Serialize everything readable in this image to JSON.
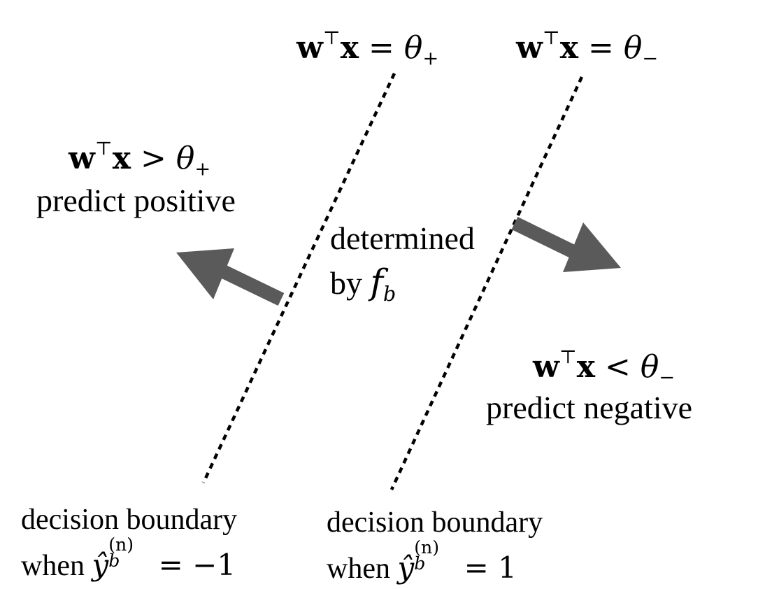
{
  "boundaries": {
    "plus_label": {
      "lhs": "w",
      "sup": "⊤",
      "x": "x",
      "op": "=",
      "theta": "θ",
      "sub": "+"
    },
    "minus_label": {
      "lhs": "w",
      "sup": "⊤",
      "x": "x",
      "op": "=",
      "theta": "θ",
      "sub": "−"
    }
  },
  "positive_region": {
    "expr": {
      "lhs": "w",
      "sup": "⊤",
      "x": "x",
      "op": ">",
      "theta": "θ",
      "sub": "+"
    },
    "label": "predict positive"
  },
  "negative_region": {
    "expr": {
      "lhs": "w",
      "sup": "⊤",
      "x": "x",
      "op": "<",
      "theta": "θ",
      "sub": "−"
    },
    "label": "predict negative"
  },
  "middle": {
    "line1": "determined",
    "line2": "by",
    "f": "f",
    "f_sub": "b"
  },
  "bottom_left": {
    "line1": "decision boundary",
    "when": "when",
    "yhat": "ŷ",
    "y_sup": "(n)",
    "y_sub": "b",
    "eq": "= −1"
  },
  "bottom_right": {
    "line1": "decision boundary",
    "when": "when",
    "yhat": "ŷ",
    "y_sup": "(n)",
    "y_sub": "b",
    "eq": "= 1"
  },
  "colors": {
    "arrow": "#5a5a5a",
    "line": "#000000",
    "text": "#000000"
  }
}
